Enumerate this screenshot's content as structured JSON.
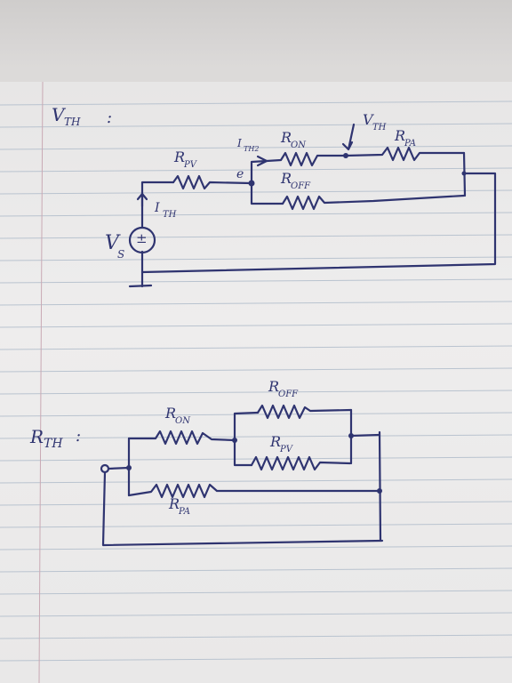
{
  "colors": {
    "ink": "#2f3470",
    "paper": "#eeeded",
    "rule": "#b9c3cf",
    "margin_rule": "#c9a9b4"
  },
  "thevenin_voltage": {
    "heading": "V",
    "heading_sub": "TH",
    "heading_suffix": ":",
    "labels": {
      "r_pv": "R",
      "r_pv_sub": "PV",
      "r_on": "R",
      "r_on_sub": "ON",
      "r_off": "R",
      "r_off_sub": "OFF",
      "r_pa": "R",
      "r_pa_sub": "PA",
      "v_th": "V",
      "v_th_sub": "TH",
      "i_th": "I",
      "i_th_sub": "TH",
      "i_th2": "I",
      "i_th2_sub": "TH2",
      "node_e": "e",
      "v_s": "V",
      "v_s_sub": "S",
      "source_symbol": "±"
    }
  },
  "thevenin_resistance": {
    "heading": "R",
    "heading_sub": "TH",
    "heading_suffix": ":",
    "labels": {
      "r_on": "R",
      "r_on_sub": "ON",
      "r_off": "R",
      "r_off_sub": "OFF",
      "r_pv": "R",
      "r_pv_sub": "PV",
      "r_pa": "R",
      "r_pa_sub": "PA"
    }
  }
}
